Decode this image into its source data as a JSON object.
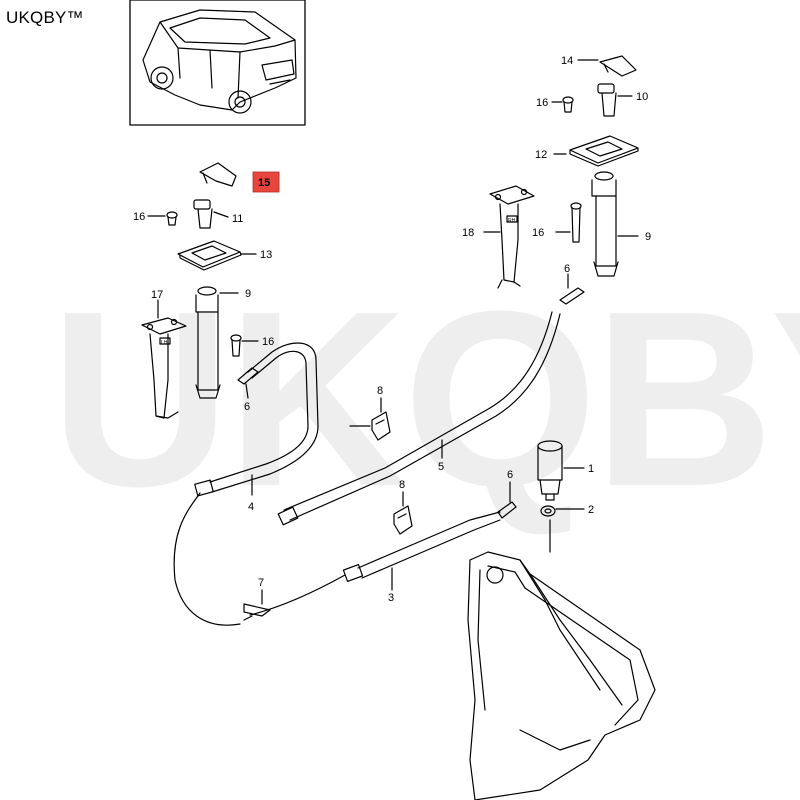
{
  "brand": {
    "text": "UKQBY™"
  },
  "watermark": {
    "text": "UKQBY™"
  },
  "highlight_color": "#e8453c",
  "callouts": {
    "c1": "1",
    "c2": "2",
    "c3": "3",
    "c4": "4",
    "c5": "5",
    "c6a": "6",
    "c6b": "6",
    "c6c": "6",
    "c7": "7",
    "c8a": "8",
    "c8b": "8",
    "c9a": "9",
    "c9b": "9",
    "c10": "10",
    "c11": "11",
    "c12": "12",
    "c13": "13",
    "c14": "14",
    "c15": "15",
    "c16a": "16",
    "c16b": "16",
    "c16c": "16",
    "c16d": "16",
    "c17": "17",
    "c18": "18"
  },
  "nozzle_tags": {
    "lh": "LH",
    "rh": "RH"
  }
}
